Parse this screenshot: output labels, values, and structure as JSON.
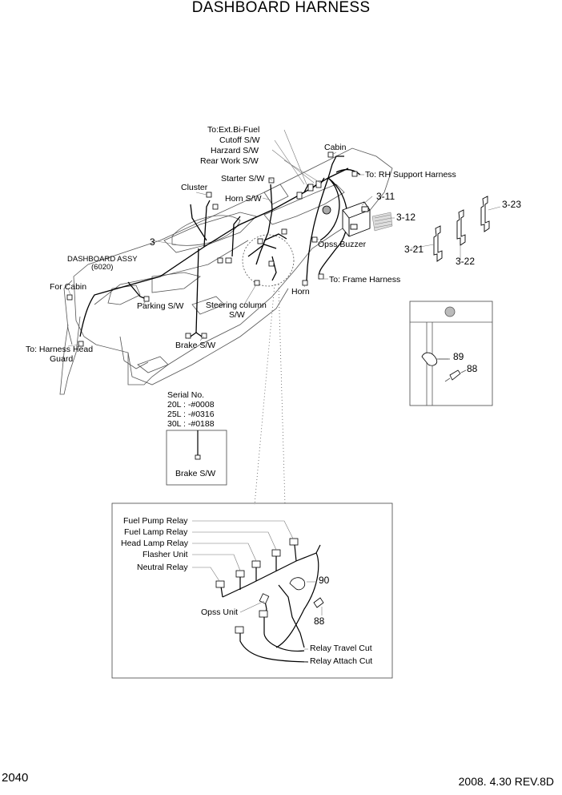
{
  "title": "DASHBOARD HARNESS",
  "page_number": "2040",
  "revision": "2008. 4.30  REV.8D",
  "main_labels": {
    "ext_bi_fuel": "To:Ext.Bi-Fuel",
    "cutoff_sw": "Cutoff S/W",
    "harzard_sw": "Harzard S/W",
    "rear_work_sw": "Rear Work S/W",
    "starter_sw": "Starter S/W",
    "horn_sw": "Horn S/W",
    "cabin": "Cabin",
    "rh_support": "To: RH Support Harness",
    "cluster": "Cluster",
    "part_3": "3",
    "dashboard_assy": "DASHBOARD ASSY",
    "dashboard_assy_code": "(6020)",
    "for_cabin": "For Cabin",
    "parking_sw": "Parking S/W",
    "steering_column": "Steering column",
    "steering_column_sw": "S/W",
    "brake_sw": "Brake S/W",
    "harness_head": "To: Harness Head",
    "guard": "Guard",
    "opss_buzzer": "Opss Buzzer",
    "frame_harness": "To: Frame Harness",
    "horn": "Horn",
    "part_3_11": "3-11",
    "part_3_12": "3-12",
    "part_3_21": "3-21",
    "part_3_22": "3-22",
    "part_3_23": "3-23"
  },
  "clamp_detail": {
    "part_89": "89",
    "part_88": "88"
  },
  "serial_box": {
    "heading": "Serial No.",
    "line_20l": "20L : -#0008",
    "line_25l": "25L : -#0316",
    "line_30l": "30L : -#0188",
    "label": "Brake S/W"
  },
  "relay_detail": {
    "fuel_pump_relay": "Fuel Pump Relay",
    "fuel_lamp_relay": "Fuel Lamp Relay",
    "head_lamp_relay": "Head Lamp Relay",
    "flasher_unit": "Flasher Unit",
    "neutral_relay": "Neutral Relay",
    "part_90": "90",
    "opss_unit": "Opss Unit",
    "part_88": "88",
    "relay_travel_cut": "Relay Travel Cut",
    "relay_attach_cut": "Relay Attach Cut"
  }
}
